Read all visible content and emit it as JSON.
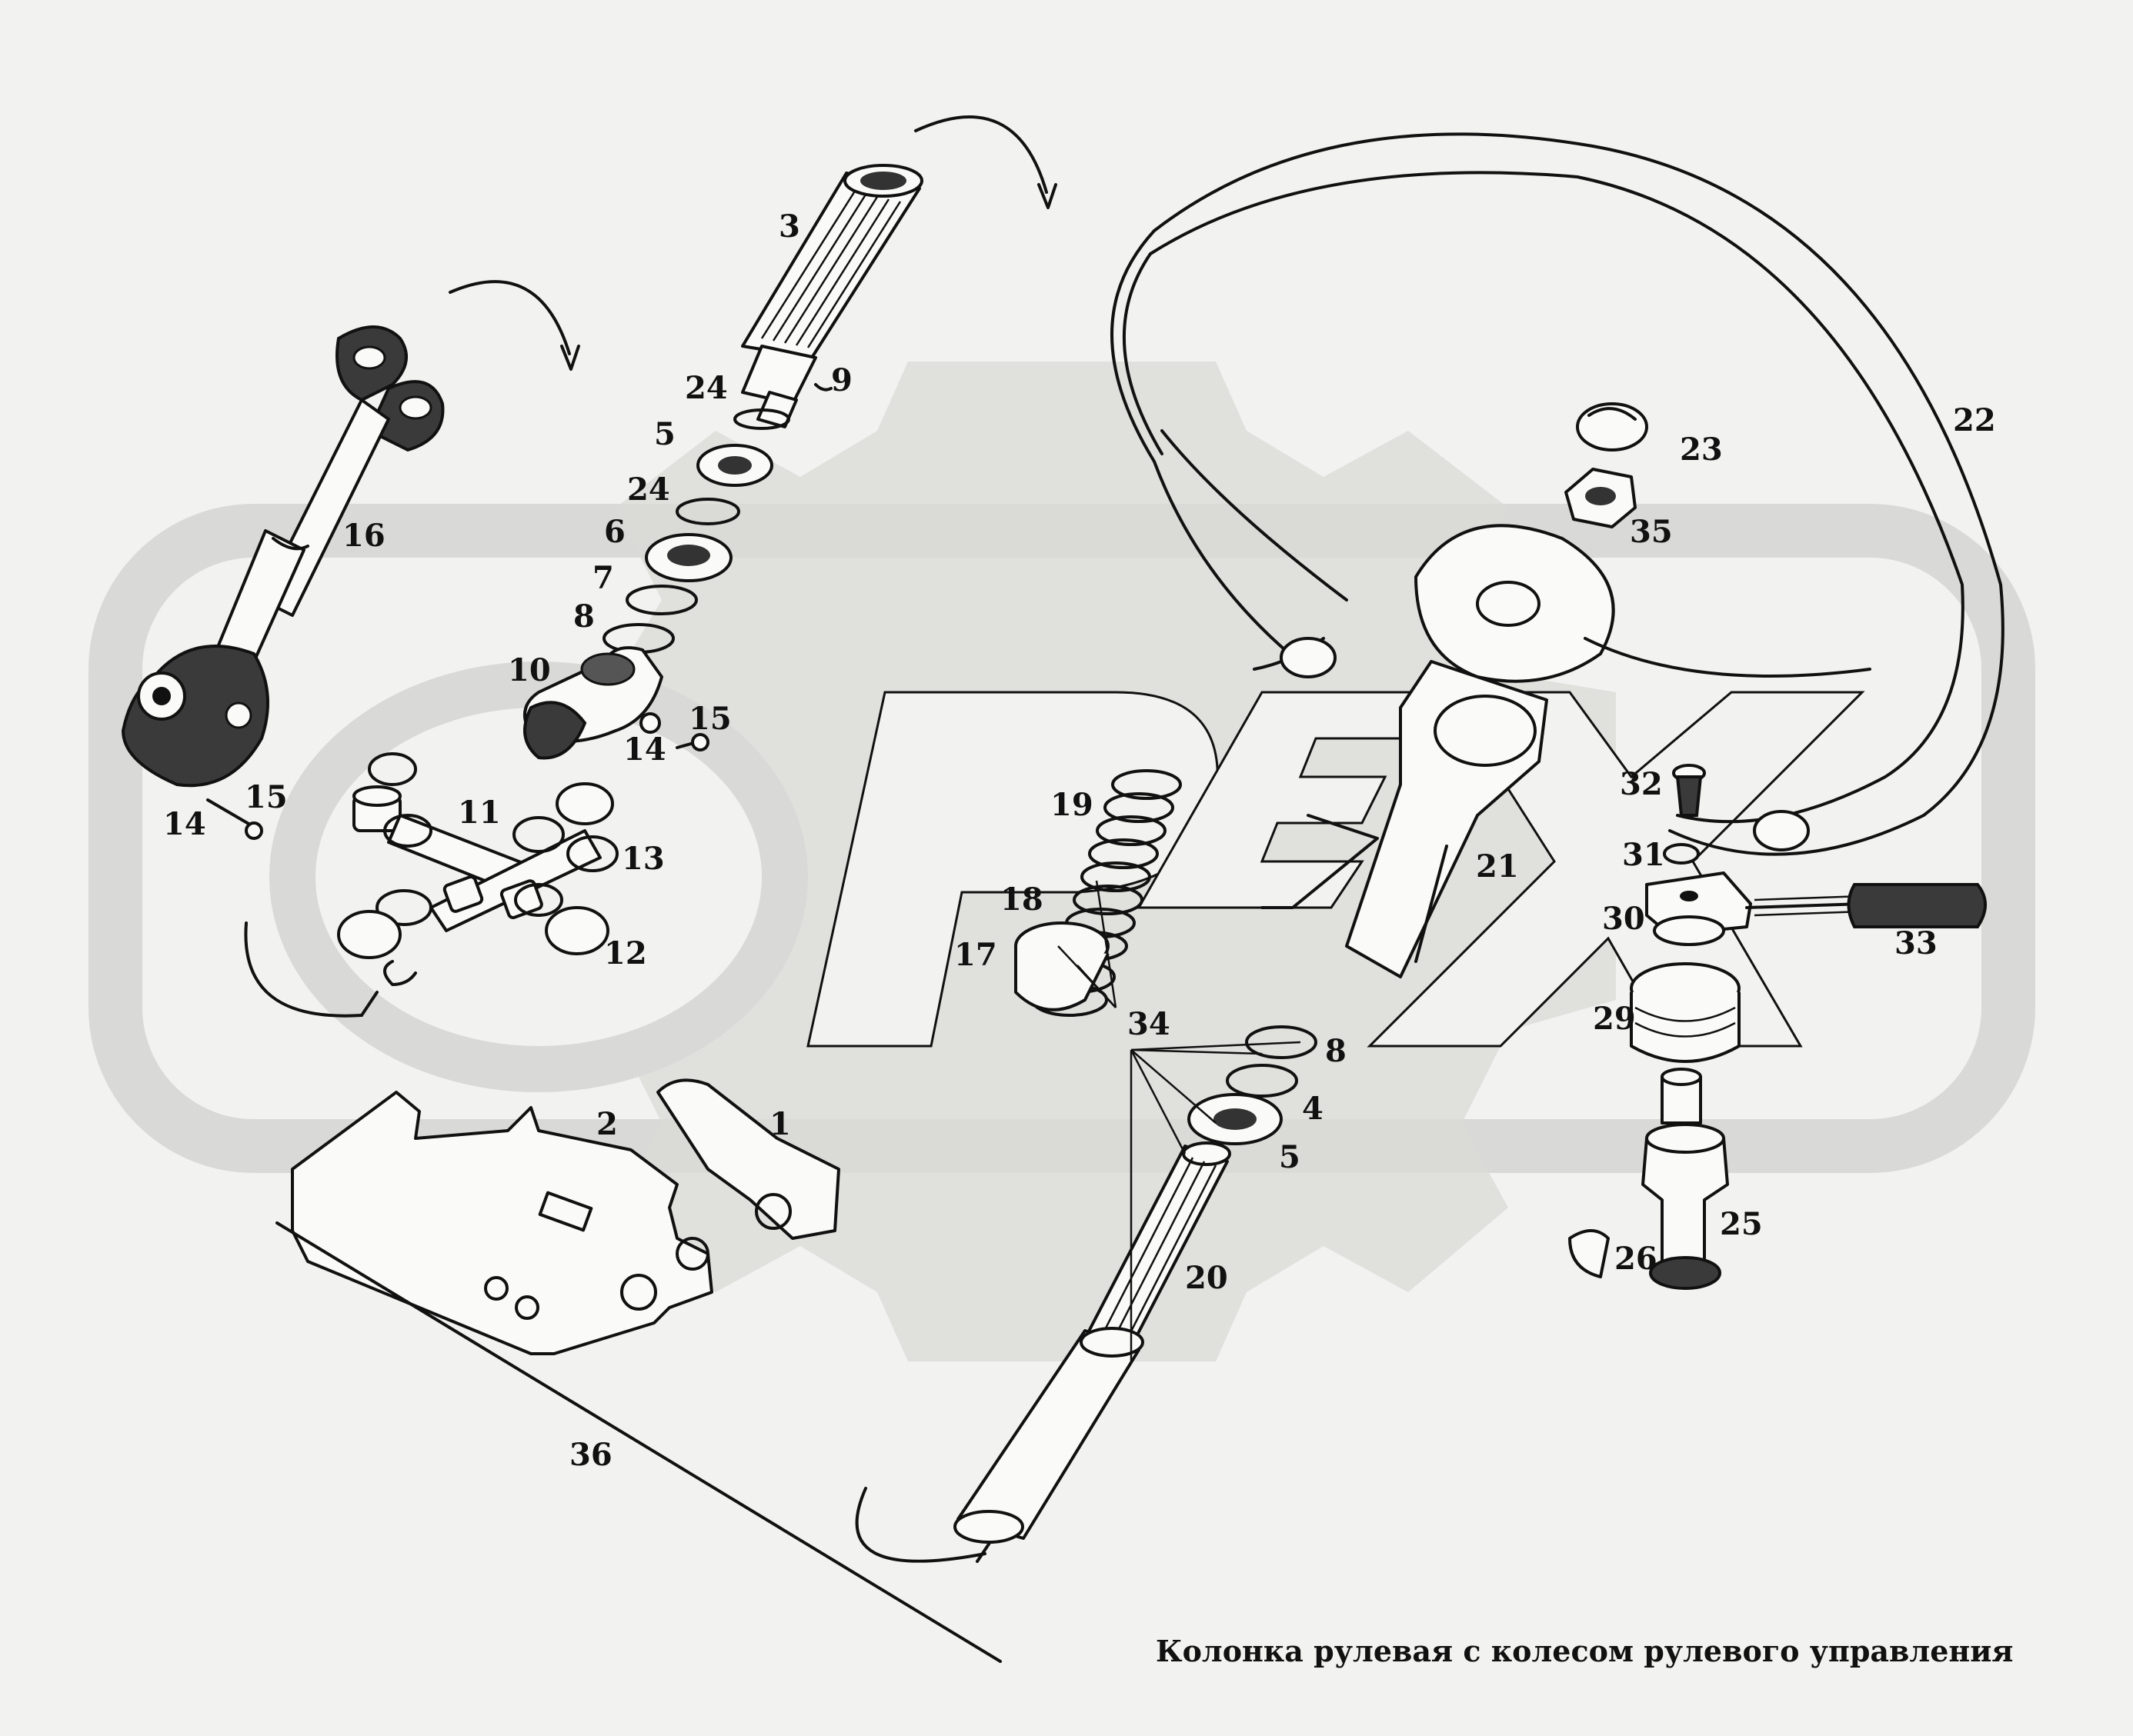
{
  "caption": "Колонка рулевая с колесом рулевого управления",
  "watermark_color": "#d7d7d5",
  "line_color": "#111111",
  "background": "#f2f2f0",
  "parts": {
    "p1": "1",
    "p2": "2",
    "p3": "3",
    "p4": "4",
    "p5a": "5",
    "p5b": "5",
    "p6": "6",
    "p7": "7",
    "p8a": "8",
    "p8b": "8",
    "p9": "9",
    "p10": "10",
    "p11": "11",
    "p12": "12",
    "p13": "13",
    "p14a": "14",
    "p14b": "14",
    "p15a": "15",
    "p15b": "15",
    "p16": "16",
    "p17": "17",
    "p18": "18",
    "p19": "19",
    "p20": "20",
    "p21": "21",
    "p22": "22",
    "p23": "23",
    "p24a": "24",
    "p24b": "24",
    "p25": "25",
    "p26": "26",
    "p29": "29",
    "p30": "30",
    "p31": "31",
    "p32": "32",
    "p33": "33",
    "p34": "34",
    "p35": "35",
    "p36": "36"
  }
}
